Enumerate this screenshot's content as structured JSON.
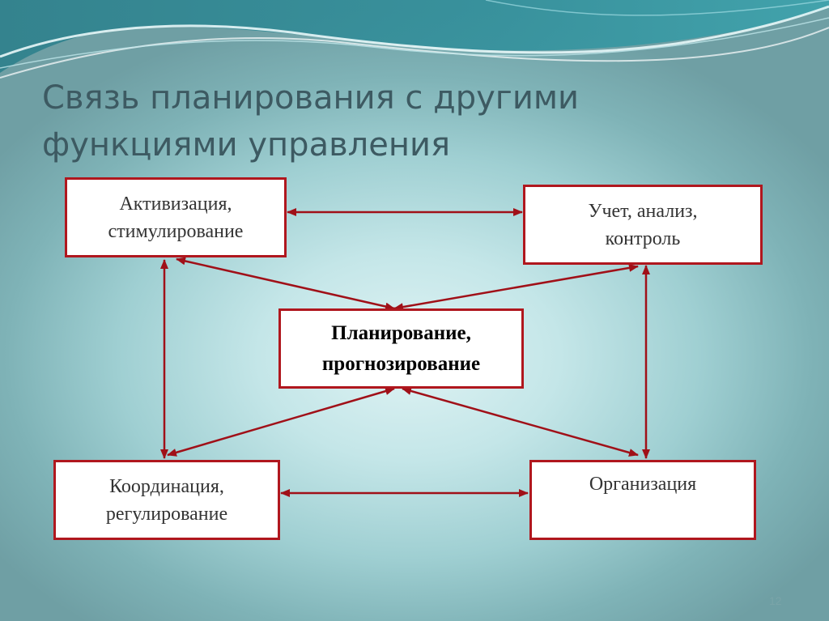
{
  "slide": {
    "title_lines": [
      "Связь планирования с другими",
      "функциями управления"
    ],
    "page_number": "12"
  },
  "diagram": {
    "nodes": {
      "activation": {
        "lines": [
          "Активизация,",
          "стимулирование"
        ]
      },
      "accounting": {
        "lines": [
          "Учет, анализ,",
          "контроль"
        ]
      },
      "planning": {
        "lines": [
          "Планирование,",
          "прогнозирование"
        ]
      },
      "coordination": {
        "lines": [
          "Координация,",
          "регулирование"
        ]
      },
      "organization": {
        "lines": [
          "Организация"
        ]
      }
    },
    "edges": [
      {
        "from": "activation",
        "to": "accounting",
        "bidirectional": true
      },
      {
        "from": "activation",
        "to": "planning",
        "bidirectional": true
      },
      {
        "from": "accounting",
        "to": "planning",
        "bidirectional": true
      },
      {
        "from": "activation",
        "to": "coordination",
        "bidirectional": true
      },
      {
        "from": "accounting",
        "to": "organization",
        "bidirectional": true
      },
      {
        "from": "planning",
        "to": "coordination",
        "bidirectional": true
      },
      {
        "from": "planning",
        "to": "organization",
        "bidirectional": true
      },
      {
        "from": "coordination",
        "to": "organization",
        "bidirectional": true
      }
    ]
  },
  "colors": {
    "border": "#b0171e",
    "arrow": "#a01018",
    "title": "#3d5a62"
  }
}
